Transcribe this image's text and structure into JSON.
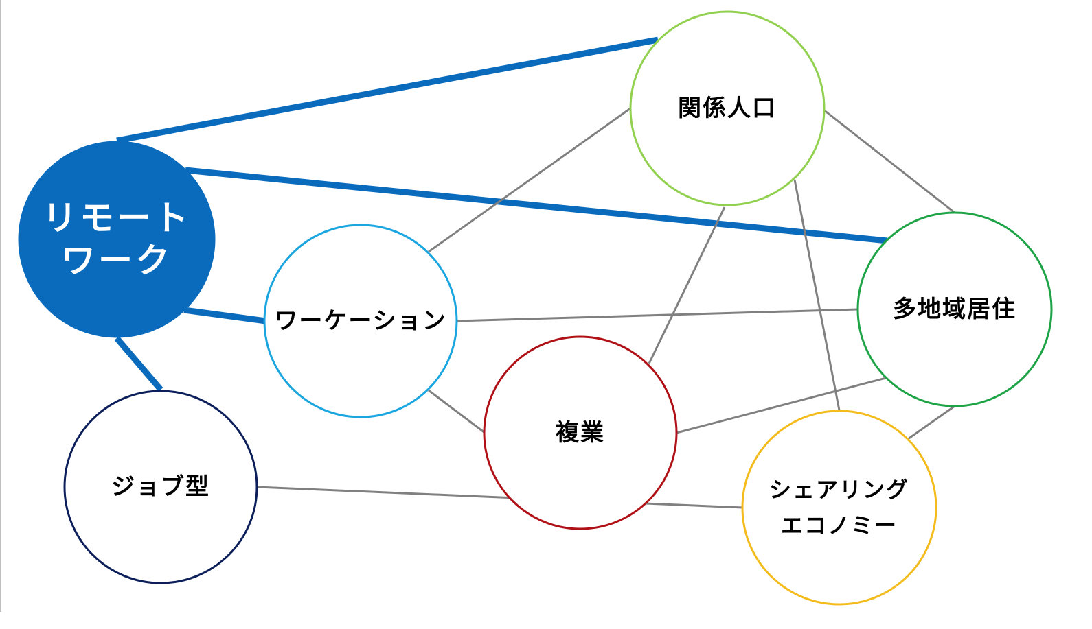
{
  "diagram": {
    "nodes": [
      {
        "id": "remote_work",
        "lines": [
          "リモート",
          "ワーク"
        ],
        "color": "#0a6bbd",
        "filled": true
      },
      {
        "id": "kankei_jinko",
        "lines": [
          "関係人口"
        ],
        "color": "#92d050",
        "filled": false
      },
      {
        "id": "workation",
        "lines": [
          "ワーケーション"
        ],
        "color": "#1ba6e0",
        "filled": false
      },
      {
        "id": "tachiiki_kyoju",
        "lines": [
          "多地域居住"
        ],
        "color": "#1ea446",
        "filled": false
      },
      {
        "id": "fukugyo",
        "lines": [
          "複業"
        ],
        "color": "#b01116",
        "filled": false
      },
      {
        "id": "job_gata",
        "lines": [
          "ジョブ型"
        ],
        "color": "#0c1f5a",
        "filled": false
      },
      {
        "id": "sharing_economy",
        "lines": [
          "シェアリング",
          "エコノミー"
        ],
        "color": "#f3bc1c",
        "filled": false
      }
    ],
    "edges": [
      {
        "from": "remote_work",
        "to": "kankei_jinko",
        "strong": true
      },
      {
        "from": "remote_work",
        "to": "tachiiki_kyoju",
        "strong": true
      },
      {
        "from": "remote_work",
        "to": "workation",
        "strong": true
      },
      {
        "from": "remote_work",
        "to": "job_gata",
        "strong": true
      },
      {
        "from": "kankei_jinko",
        "to": "workation",
        "strong": false
      },
      {
        "from": "kankei_jinko",
        "to": "tachiiki_kyoju",
        "strong": false
      },
      {
        "from": "kankei_jinko",
        "to": "fukugyo",
        "strong": false
      },
      {
        "from": "kankei_jinko",
        "to": "sharing_economy",
        "strong": false
      },
      {
        "from": "workation",
        "to": "tachiiki_kyoju",
        "strong": false
      },
      {
        "from": "workation",
        "to": "fukugyo",
        "strong": false
      },
      {
        "from": "fukugyo",
        "to": "tachiiki_kyoju",
        "strong": false
      },
      {
        "from": "tachiiki_kyoju",
        "to": "sharing_economy",
        "strong": false
      },
      {
        "from": "job_gata",
        "to": "sharing_economy",
        "strong": false
      }
    ],
    "colors": {
      "strong_edge": "#0a6bbd",
      "weak_edge": "#808080",
      "border_line": "#bfbfbf"
    }
  }
}
